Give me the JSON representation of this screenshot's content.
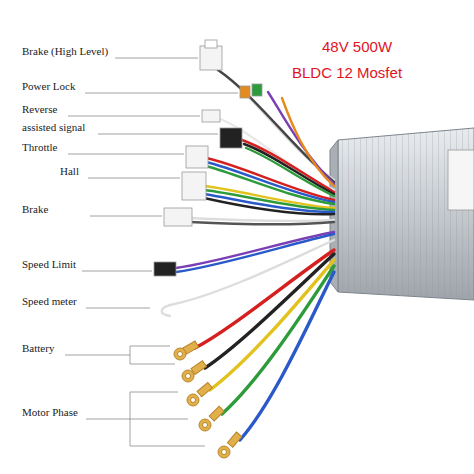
{
  "diagram": {
    "labels": [
      "Brake (High Level)",
      "Power Lock",
      "Reverse",
      "assisted signal",
      "Throttle",
      "Hall",
      "Brake",
      "Speed Limit",
      "Speed meter",
      "Battery",
      "Motor Phase",
      "48V 500W",
      "BLDC 12 Mosfet"
    ]
  }
}
